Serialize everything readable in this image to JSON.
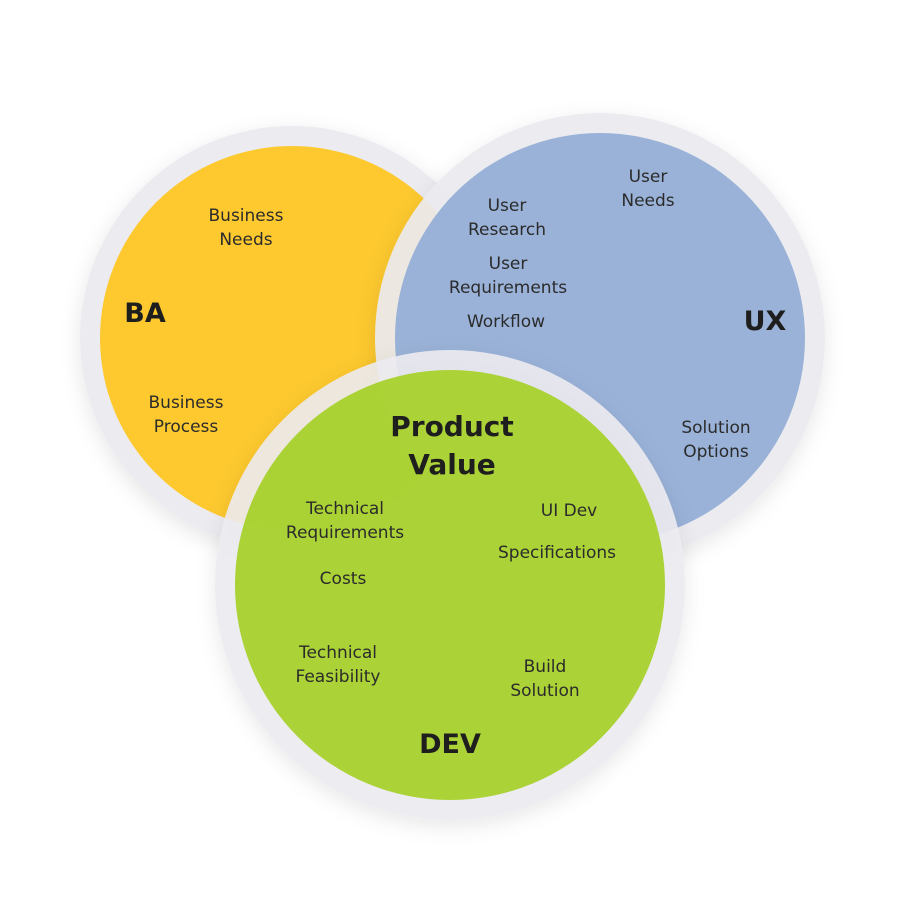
{
  "colors": {
    "ba": "#fdc92f",
    "ux": "#97afd7",
    "dev": "#a8d130",
    "ring": "#ecebf0",
    "text": "#2b2b2b"
  },
  "circles": {
    "ba": {
      "title": "BA",
      "items": [
        "Business\nNeeds",
        "Business\nProcess"
      ]
    },
    "ux": {
      "title": "UX",
      "items": [
        "User\nNeeds",
        "User\nResearch",
        "User\nRequirements",
        "Workflow",
        "Solution\nOptions"
      ]
    },
    "dev": {
      "title": "DEV",
      "items": [
        "Technical\nRequirements",
        "UI Dev",
        "Specifications",
        "Costs",
        "Technical\nFeasibility",
        "Build\nSolution"
      ]
    }
  },
  "center": {
    "title": "Product\nValue"
  }
}
